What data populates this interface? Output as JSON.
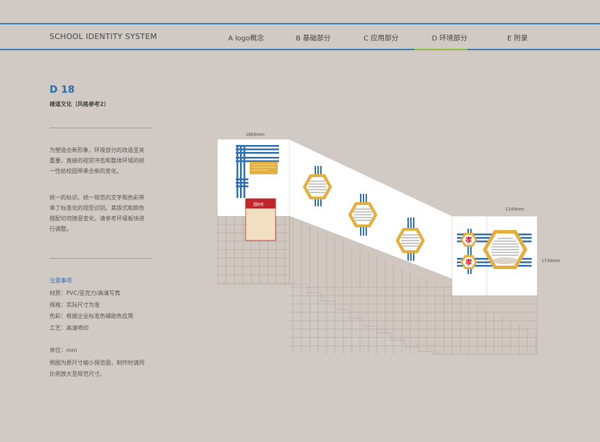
{
  "header": {
    "brand": "SCHOOL IDENTITY SYSTEM",
    "nav": [
      {
        "label": "A logo概念"
      },
      {
        "label": "B 基础部分"
      },
      {
        "label": "C 应用部分"
      },
      {
        "label": "D 环境部分",
        "active": true
      },
      {
        "label": "E 附录"
      }
    ],
    "accent_color": "#3a7ab8",
    "active_underline_color": "#8dbb3e"
  },
  "section": {
    "code": "D 18",
    "title": "楼道文化（风格参考2）",
    "paragraphs": [
      [
        "为塑造全新形象，环境部分的改造至关",
        "重要，直接的视觉冲击和整体环境的统",
        "一性给校园带来全新的变化。"
      ],
      [
        "统一的标识、统一规范的文字和色彩带",
        "来了标准化的视觉识别。其版式和颜色",
        "搭配切勿随意变化，请参考环境板块进",
        "行调整。"
      ]
    ]
  },
  "notes": {
    "title": "注意事项",
    "items": [
      "材质：PVC/亚克力/高清写真",
      "规格：实际尺寸为准",
      "色彩：根据企业标准色辅助色应用",
      "工艺：高清喷印"
    ],
    "unit": "单位：mm",
    "extra": [
      "例图为原尺寸缩小预览图，制作时请同",
      "比例放大至规范尺寸。"
    ]
  },
  "drawing": {
    "dim_left": "1600mm",
    "dim_right_top": "1140mm",
    "dim_right_side": "1730mm",
    "board_label": "国际性",
    "characters": [
      "孝",
      "孝"
    ],
    "colors": {
      "blue": "#2a6db0",
      "gold": "#e3b040",
      "red": "#c0272d",
      "wall": "#ffffff",
      "tile": "#cfc7c0"
    }
  }
}
